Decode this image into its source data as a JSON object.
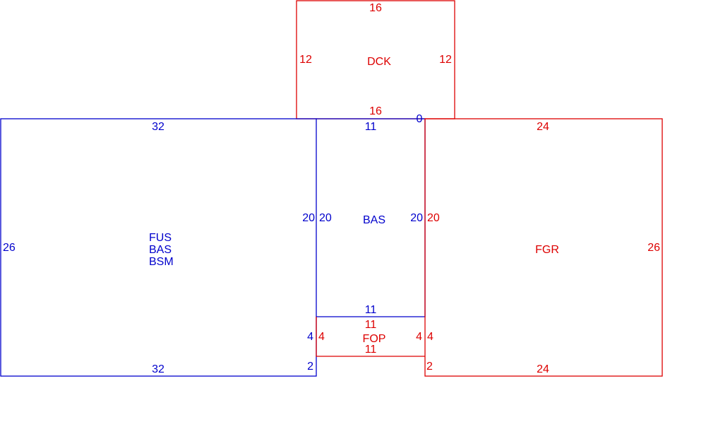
{
  "colors": {
    "blue": "#0000cc",
    "red": "#dd0000"
  },
  "areas": {
    "main_house": {
      "codes": [
        "FUS",
        "BAS",
        "BSM"
      ],
      "dims": {
        "top": "32",
        "bottom": "32",
        "left": "26",
        "right": "20",
        "bottom_right": "4",
        "corner": "2"
      }
    },
    "middle_section": {
      "code": "BAS",
      "dims": {
        "top": "11",
        "bottom": "11",
        "left": "20",
        "right": "20",
        "corner": "0"
      }
    },
    "deck": {
      "code": "DCK",
      "dims": {
        "top": "16",
        "bottom": "16",
        "left": "12",
        "right": "12"
      }
    },
    "garage": {
      "code": "FGR",
      "dims": {
        "top": "24",
        "bottom": "24",
        "left": "20",
        "right": "26",
        "bottom_left": "4",
        "corner": "2"
      }
    },
    "porch": {
      "code": "FOP",
      "dims": {
        "top": "11",
        "bottom": "11",
        "left": "4",
        "right": "4"
      }
    }
  }
}
